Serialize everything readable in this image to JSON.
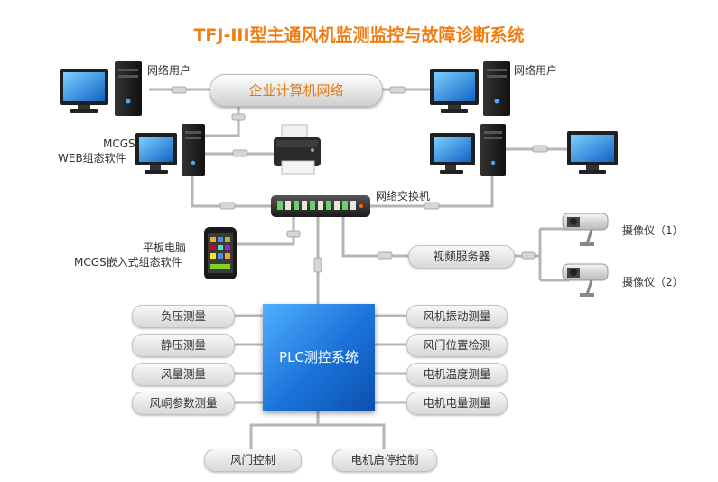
{
  "title": "TFJ-III型主通风机监测监控与故障诊断系统",
  "network": "企业计算机网络",
  "labels": {
    "user_left": "网络用户",
    "user_right": "网络用户",
    "mcgs_web_1": "MCGS",
    "mcgs_web_2": "WEB组态软件",
    "switch": "网络交换机",
    "tablet_1": "平板电脑",
    "tablet_2": "MCGS嵌入式组态软件",
    "camera_1": "摄像仪（1）",
    "camera_2": "摄像仪（2）"
  },
  "video_server": "视频服务器",
  "plc": "PLC测控系统",
  "left_modules": [
    "负压测量",
    "静压测量",
    "风量测量",
    "风峒参数测量"
  ],
  "right_modules": [
    "风机振动测量",
    "风门位置检测",
    "电机温度测量",
    "电机电量测量"
  ],
  "bottom_modules": [
    "风门控制",
    "电机启停控制"
  ],
  "colors": {
    "title": "#f07d12",
    "network_text": "#e07a10",
    "plc": "#1a72d8"
  }
}
